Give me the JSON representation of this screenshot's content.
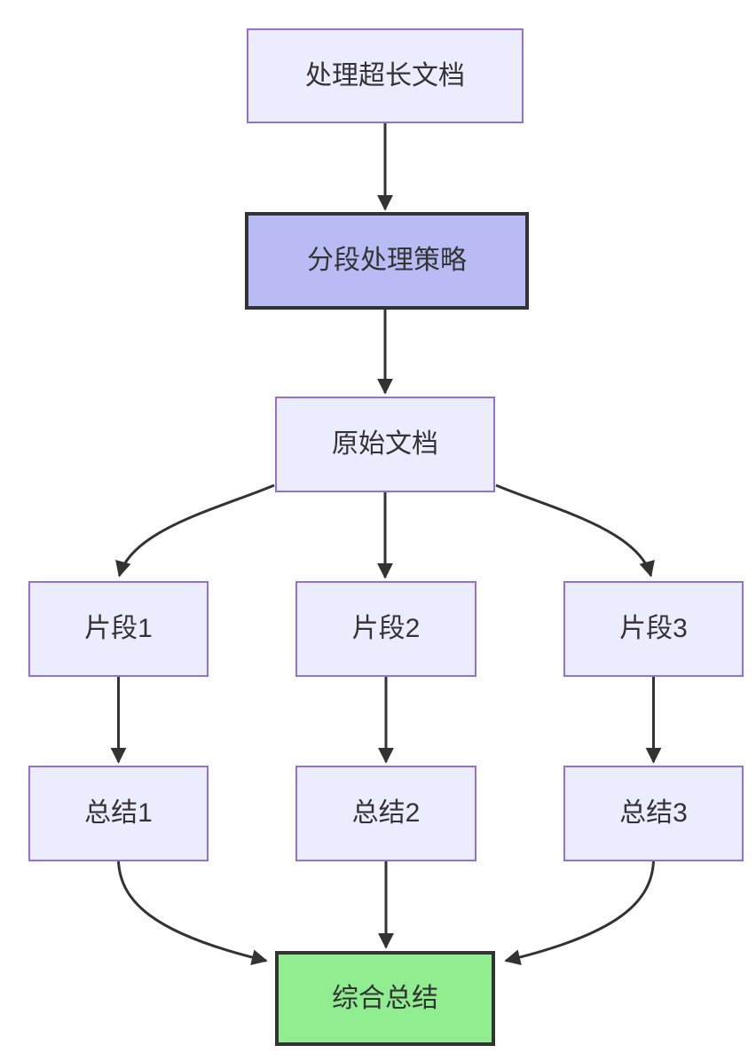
{
  "diagram": {
    "type": "flowchart",
    "direction": "top-down",
    "nodes": {
      "process": {
        "label": "处理超长文档",
        "style": "default"
      },
      "strategy": {
        "label": "分段处理策略",
        "style": "emphasis"
      },
      "source": {
        "label": "原始文档",
        "style": "default"
      },
      "segment1": {
        "label": "片段1",
        "style": "default"
      },
      "segment2": {
        "label": "片段2",
        "style": "default"
      },
      "segment3": {
        "label": "片段3",
        "style": "default"
      },
      "summary1": {
        "label": "总结1",
        "style": "default"
      },
      "summary2": {
        "label": "总结2",
        "style": "default"
      },
      "summary3": {
        "label": "总结3",
        "style": "default"
      },
      "final": {
        "label": "综合总结",
        "style": "final"
      }
    },
    "edges": [
      {
        "from": "处理超长文档",
        "to": "分段处理策略"
      },
      {
        "from": "分段处理策略",
        "to": "原始文档"
      },
      {
        "from": "原始文档",
        "to": "片段1"
      },
      {
        "from": "原始文档",
        "to": "片段2"
      },
      {
        "from": "原始文档",
        "to": "片段3"
      },
      {
        "from": "片段1",
        "to": "总结1"
      },
      {
        "from": "片段2",
        "to": "总结2"
      },
      {
        "from": "片段3",
        "to": "总结3"
      },
      {
        "from": "总结1",
        "to": "综合总结"
      },
      {
        "from": "总结2",
        "to": "综合总结"
      },
      {
        "from": "总结3",
        "to": "综合总结"
      }
    ],
    "colors": {
      "node_fill": "#ECECFF",
      "node_border": "#9370DB",
      "strategy_fill": "#B9BCF4",
      "final_fill": "#90EE90",
      "emphasis_border": "#333333",
      "edge": "#333333",
      "text": "#333333",
      "background": "#FFFFFF"
    }
  }
}
